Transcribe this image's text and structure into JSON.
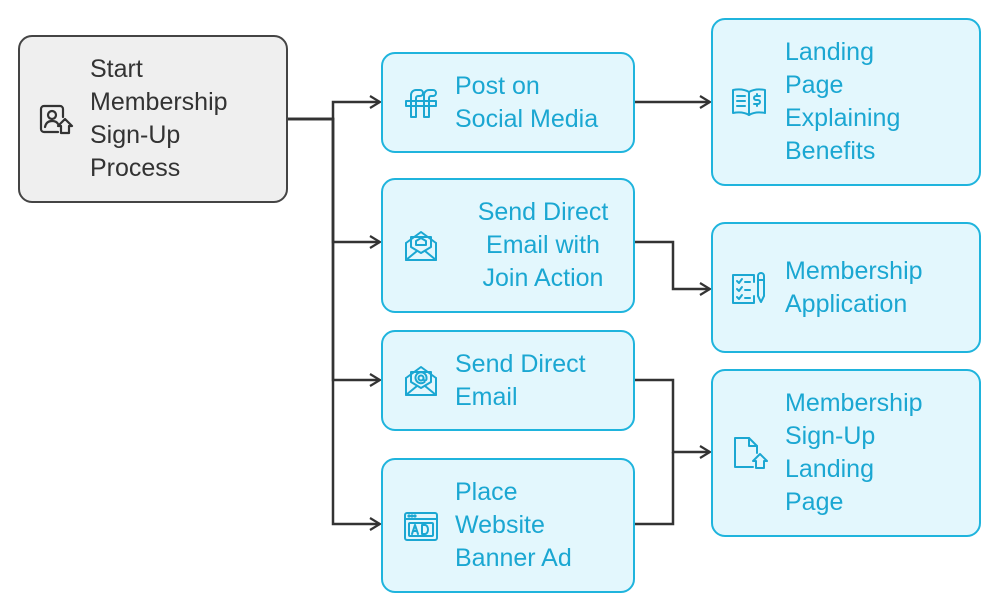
{
  "nodes": {
    "start": {
      "label": "Start\nMembership\nSign-Up\nProcess",
      "icon": "user-upload-icon"
    },
    "social": {
      "label": "Post on\nSocial Media",
      "icon": "social-media-icon"
    },
    "direct_email_join": {
      "label": "Send Direct\nEmail with\nJoin Action",
      "icon": "email-home-icon"
    },
    "direct_email": {
      "label": "Send Direct\nEmail",
      "icon": "email-at-icon"
    },
    "banner_ad": {
      "label": "Place\nWebsite\nBanner Ad",
      "icon": "ad-banner-icon"
    },
    "landing_benefits": {
      "label": "Landing\nPage\nExplaining\nBenefits",
      "icon": "book-dollar-icon"
    },
    "membership_application": {
      "label": "Membership\nApplication",
      "icon": "checklist-pen-icon"
    },
    "signup_landing": {
      "label": "Membership\nSign-Up\nLanding\nPage",
      "icon": "page-upload-icon"
    }
  },
  "colors": {
    "accent_border": "#1fb4dd",
    "accent_fill": "#e3f7fd",
    "accent_text": "#1ba7d2",
    "start_border": "#444444",
    "start_fill": "#efefef",
    "start_text": "#333333",
    "connector": "#333333"
  }
}
